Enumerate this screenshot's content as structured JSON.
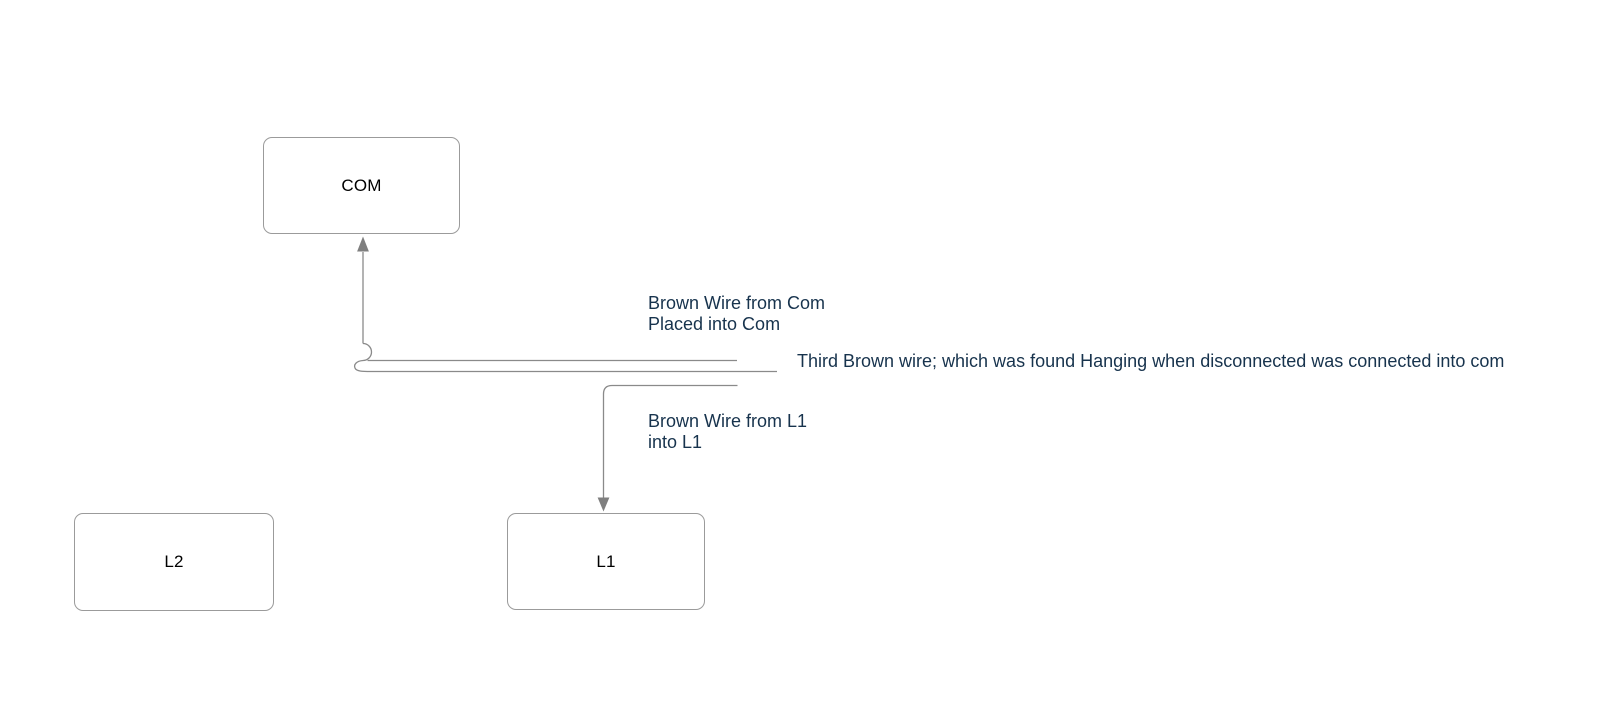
{
  "nodes": {
    "com": {
      "label": "COM"
    },
    "l2": {
      "label": "L2"
    },
    "l1": {
      "label": "L1"
    }
  },
  "labels": {
    "from_com": "Brown Wire from Com\nPlaced into Com",
    "third_brown": "Third Brown wire; which was found Hanging when disconnected was connected into com",
    "from_l1": "Brown Wire from L1\ninto L1"
  },
  "colors": {
    "background": "#ffffff",
    "wire": "#8a8a8a",
    "arrowhead": "#7f7f7f",
    "node_border": "#9b9b9b",
    "node_text": "#000000",
    "annotation_text": "#17334d"
  }
}
